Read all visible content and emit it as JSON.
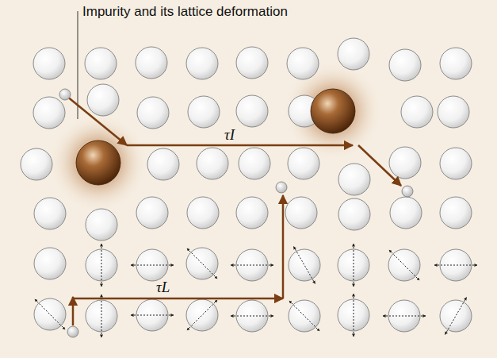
{
  "diagram": {
    "labels": [
      "Impurity and its lattice deformation",
      "τI",
      "τL"
    ]
  }
}
